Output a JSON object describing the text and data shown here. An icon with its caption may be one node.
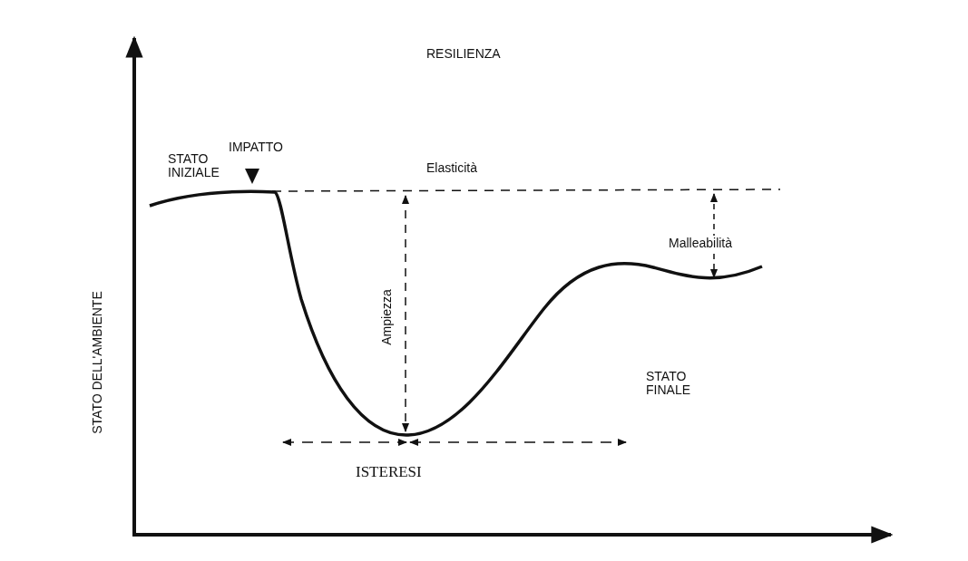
{
  "diagram": {
    "title": "RESILIENZA",
    "labels": [
      "IMPATTO",
      "STATO INIZIALE",
      "Elasticità",
      "STATO DELL'AMBIENTE",
      "Malleabilità",
      "Ampiezza",
      "STATO FINALE",
      "ISTERESI"
    ]
  }
}
